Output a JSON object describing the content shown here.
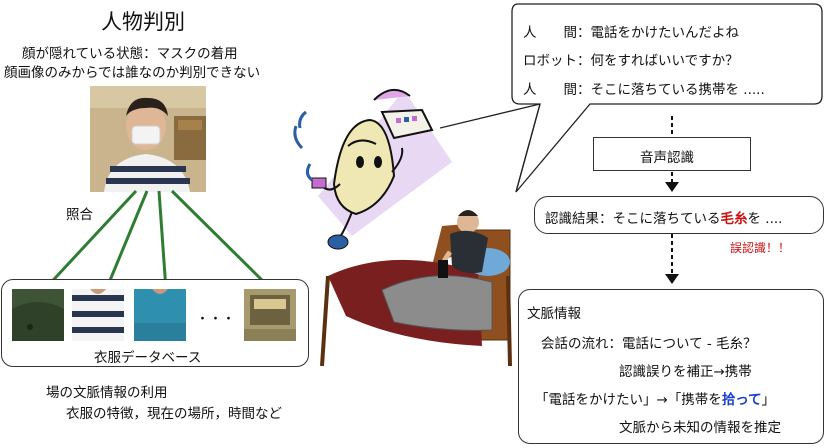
{
  "left": {
    "title": "人物判別",
    "subtitle_line1": "顔が隠れている状態：マスクの着用",
    "subtitle_line2": "顔画像のみからでは誰なのか判別できない",
    "match_label": "照合",
    "database_label": "衣服データベース",
    "ellipsis": "・・・",
    "context_title": "場の文脈情報の利用",
    "context_detail": "衣服の特徴，現在の場所，時間など"
  },
  "dialogue": {
    "rows": [
      {
        "speaker": "人　　間",
        "text": "：電話をかけたいんだよね"
      },
      {
        "speaker": "ロボット",
        "text": "：何をすればいいですか？"
      },
      {
        "speaker": "人　　間",
        "text": "：そこに落ちている携帯を ....."
      }
    ]
  },
  "speech_box": {
    "label": "音声認識"
  },
  "result": {
    "prefix": "認識結果：そこに落ちている",
    "highlight": "毛糸",
    "suffix": "を ...."
  },
  "error_label": "誤認識！！",
  "context_box": {
    "title": "文脈情報",
    "line1": "会話の流れ：電話について - 毛糸？",
    "line2": "認識誤りを補正→携帯",
    "line3_prefix": "「電話をかけたい」→「携帯を",
    "line3_highlight": "拾って",
    "line3_suffix": "」",
    "line4": "文脈から未知の情報を推定"
  },
  "colors": {
    "connector_green": "#2e7d32",
    "error_red": "#cc1111",
    "highlight_blue": "#1a3fd1"
  }
}
